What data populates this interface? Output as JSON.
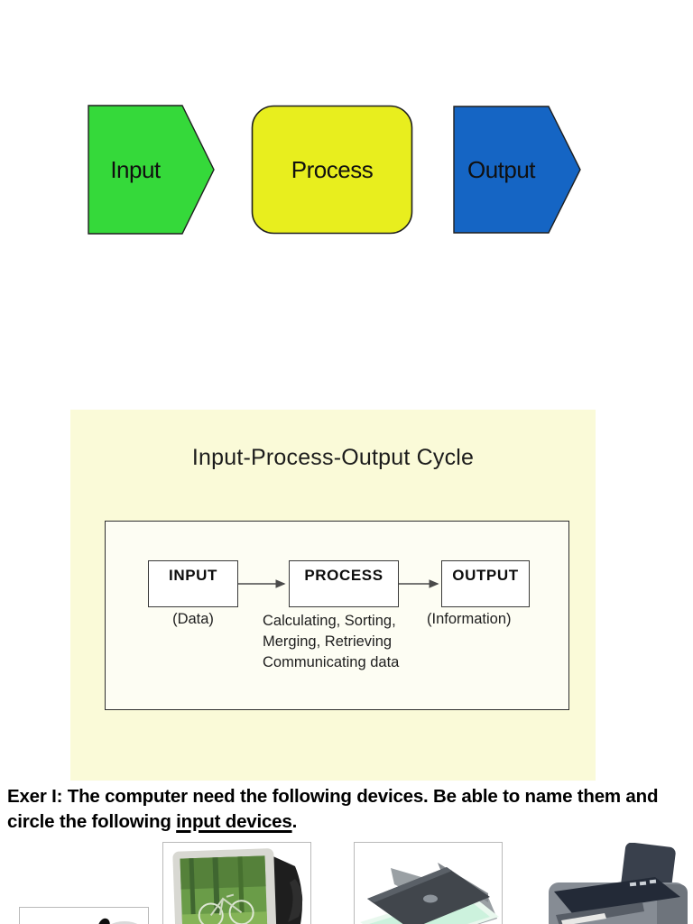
{
  "flow_shapes": {
    "input": {
      "label": "Input",
      "fill": "#35d93a"
    },
    "process": {
      "label": "Process",
      "fill": "#e8ee1e"
    },
    "output": {
      "label": "Output",
      "fill": "#1565c4"
    }
  },
  "cycle_panel": {
    "title": "Input-Process-Output Cycle",
    "background": "#fafad8",
    "diagram": {
      "input_box": "INPUT",
      "process_box": "PROCESS",
      "output_box": "OUTPUT",
      "input_caption": "(Data)",
      "process_caption_lines": [
        "Calculating, Sorting,",
        "Merging, Retrieving",
        "Communicating data"
      ],
      "output_caption": "(Information)"
    }
  },
  "exercise": {
    "text_before": "Exer I: The computer need the following devices. Be able to name them and circle the following ",
    "underlined_text": "input devices",
    "text_after": "."
  },
  "devices": {
    "mouse": "computer-mouse",
    "monitor": "crt-monitor",
    "scanner": "flatbed-scanner",
    "printer": "inkjet-printer"
  }
}
